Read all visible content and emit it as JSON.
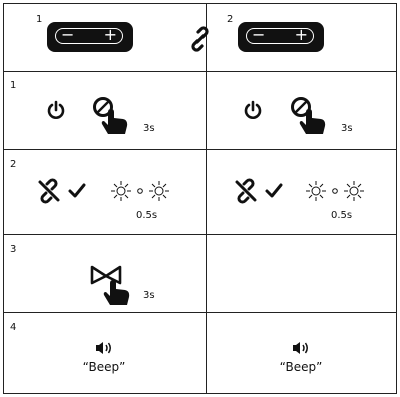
{
  "header": {
    "left_number": "1",
    "right_number": "2",
    "left_device": {
      "minus": "−",
      "plus": "+"
    },
    "right_device": {
      "minus": "−",
      "plus": "+"
    }
  },
  "steps": [
    {
      "number": "1",
      "left_duration": "3s",
      "right_duration": "3s"
    },
    {
      "number": "2",
      "left_blink": "0.5s",
      "right_blink": "0.5s"
    },
    {
      "number": "3",
      "left_duration": "3s"
    },
    {
      "number": "4",
      "left_text": "“Beep”",
      "right_text": "“Beep”"
    }
  ]
}
